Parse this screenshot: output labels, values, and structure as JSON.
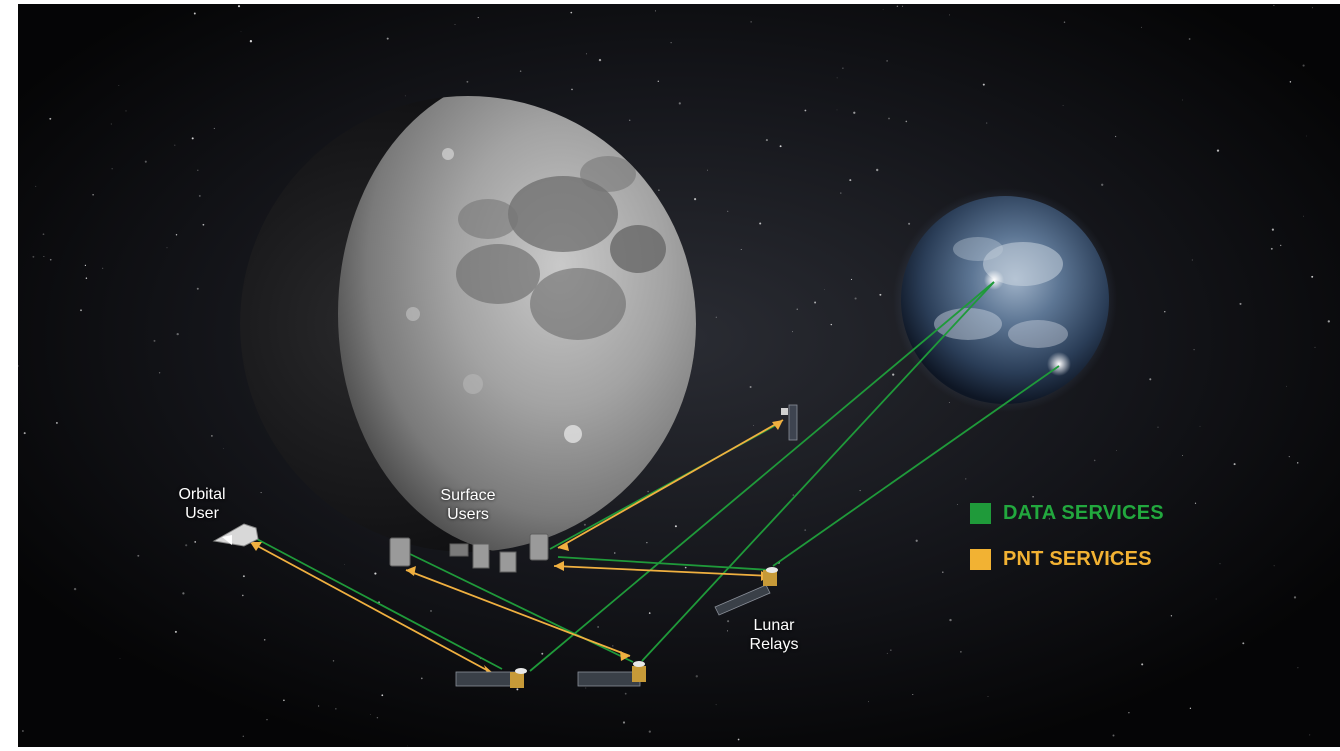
{
  "labels": {
    "orbital_user": [
      "Orbital",
      "User"
    ],
    "surface_users": [
      "Surface",
      "Users"
    ],
    "lunar_relays": [
      "Lunar",
      "Relays"
    ]
  },
  "legend": [
    {
      "label": "DATA SERVICES",
      "color": "#1f9a3a",
      "text_color": "#22a83e"
    },
    {
      "label": "PNT SERVICES",
      "color": "#f2b233",
      "text_color": "#f2b233"
    }
  ],
  "colors": {
    "data_link": "#1f9a3a",
    "pnt_link": "#f0b040",
    "background": "#070709"
  }
}
